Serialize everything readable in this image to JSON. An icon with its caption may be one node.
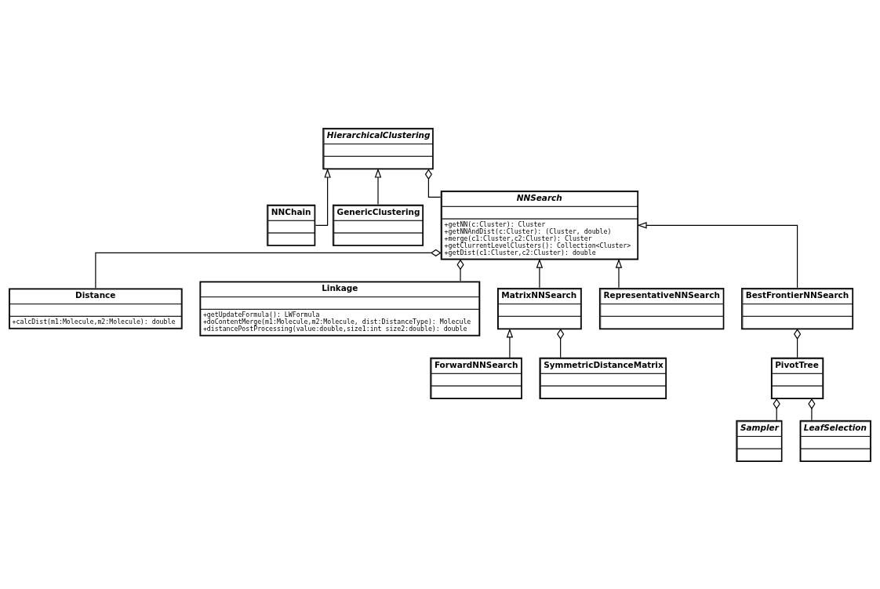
{
  "diagram": {
    "nodes": [
      {
        "text": [
          "NNChain"
        ]
      },
      {
        "text": [
          "GenericClustering"
        ]
      },
      {
        "text": [
          "HierarchicalClustering"
        ]
      },
      {
        "text": [
          "Distance",
          "+calcDist(m1:Molecule,m2:Molecule): double"
        ]
      },
      {
        "text": [
          "NNSearch",
          "+getNN(c:Cluster): Cluster",
          "+getNNAndDist(c:Cluster): (Cluster, double)",
          "+merge(c1:Cluster,c2:Cluster): Cluster",
          "+getClurrentLevelClusters(): Collection<Cluster>",
          "+getDist(c1:Cluster,c2:Cluster): double"
        ]
      },
      {
        "text": [
          "Linkage",
          "+getUpdateFormula(): LWFormula",
          "+doContentMerge(m1:Molecule,m2:Molecule, dist:DistanceType): Molecule",
          "+distancePostProcessing(value:double,size1:int size2:double): double"
        ]
      },
      {
        "text": [
          "MatrixNNSearch"
        ]
      },
      {
        "text": [
          "RepresentativeNNSearch"
        ]
      },
      {
        "text": [
          "BestFrontierNNSearch"
        ]
      },
      {
        "text": [
          "ForwardNNSearch"
        ]
      },
      {
        "text": [
          "PivotTree"
        ]
      },
      {
        "text": [
          "SymmetricDistanceMatrix"
        ]
      },
      {
        "text": [
          "Sampler"
        ]
      },
      {
        "text": [
          "LeafSelection"
        ]
      }
    ],
    "edges": [
      {
        "from": 0,
        "to": 2,
        "arrow": "to"
      },
      {
        "from": 1,
        "to": 2,
        "arrow": "to"
      },
      {
        "from": 4,
        "to": 2,
        "arrow": "other"
      },
      {
        "from": 3,
        "to": 4,
        "arrow": "other"
      },
      {
        "from": 5,
        "to": 4,
        "arrow": "other"
      },
      {
        "from": 6,
        "to": 4,
        "arrow": "to"
      },
      {
        "from": 7,
        "to": 4,
        "arrow": "to"
      },
      {
        "from": 8,
        "to": 4,
        "arrow": "to"
      },
      {
        "from": 9,
        "to": 6,
        "arrow": "to"
      },
      {
        "from": 11,
        "to": 6,
        "arrow": "other"
      },
      {
        "from": 10,
        "to": 8,
        "arrow": "other"
      },
      {
        "from": 12,
        "to": 10,
        "arrow": "other"
      },
      {
        "from": 13,
        "to": 10,
        "arrow": "other"
      }
    ]
  }
}
